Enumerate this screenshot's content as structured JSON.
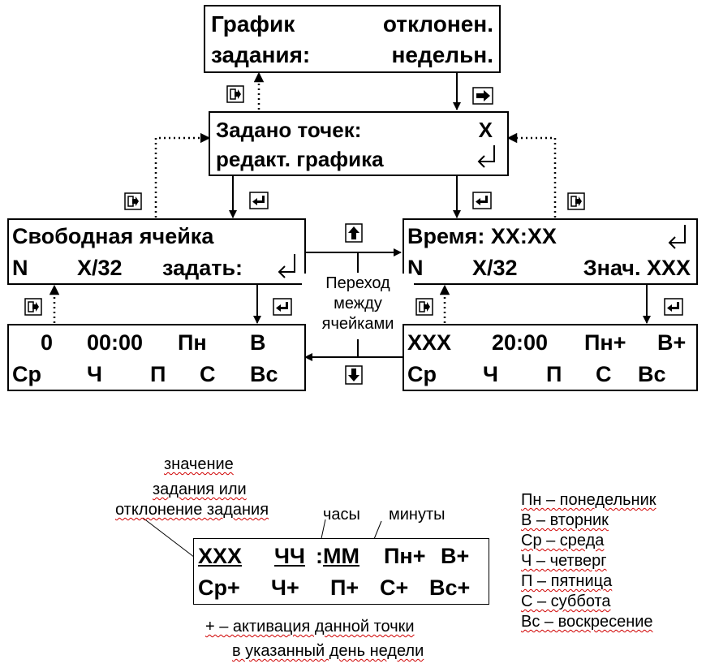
{
  "screens": {
    "top": {
      "line1a": "График",
      "line1b": "отклонен.",
      "line2a": "задания:",
      "line2b": "недельн."
    },
    "second": {
      "line1a": "Задано точек:",
      "line1b": "X",
      "line2a": "редакт. графика"
    },
    "left": {
      "line1": "Свободная ячейка",
      "line2a": "N",
      "line2b": "X/32",
      "line2c": "задать:"
    },
    "right": {
      "line1": "Время: XX:XX",
      "line2a": "N",
      "line2b": "X/32",
      "line2c": "Знач. XXX"
    },
    "bottom_left": {
      "row1": [
        "0",
        "00:00",
        "Пн",
        "В"
      ],
      "row2": [
        "Ср",
        "Ч",
        "П",
        "С",
        "Вс"
      ]
    },
    "bottom_right": {
      "row1": [
        "XXX",
        "20:00",
        "Пн+",
        "В+"
      ],
      "row2": [
        "Ср",
        "Ч",
        "П",
        "С",
        "Вс"
      ]
    }
  },
  "transition_label": [
    "Переход",
    "между",
    "ячейками"
  ],
  "legend_box": {
    "row1": [
      "XXX",
      "ЧЧ",
      ":",
      "ММ",
      "Пн+",
      "В+"
    ],
    "row2": [
      "Ср+",
      "Ч+",
      "П+",
      "С+",
      "Вс+"
    ]
  },
  "callouts": {
    "value": [
      "значение",
      "задания или",
      "отклонение задания"
    ],
    "hours": "часы",
    "minutes": "минуты"
  },
  "plus_note": [
    "+ – активация данной точки",
    "в указанный день недели"
  ],
  "day_legend": [
    "Пн – понедельник",
    "В – вторник",
    "Ср – среда",
    "Ч – четверг",
    "П – пятница",
    "С – суббота",
    "Вс – воскресение"
  ],
  "icons": [
    "exit-key-icon",
    "next-arrow-key-icon",
    "enter-key-icon",
    "up-arrow-key-icon",
    "down-arrow-key-icon",
    "enter-symbol-icon"
  ]
}
